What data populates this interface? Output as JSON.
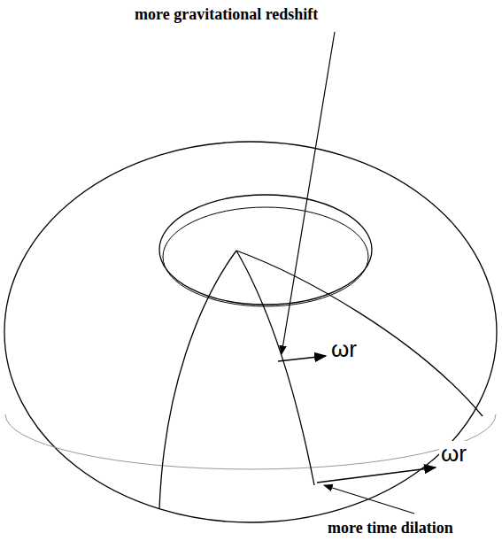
{
  "diagram": {
    "labels": [
      "more gravitational redshift",
      "ωr",
      "ωr",
      "more time dilation"
    ]
  }
}
